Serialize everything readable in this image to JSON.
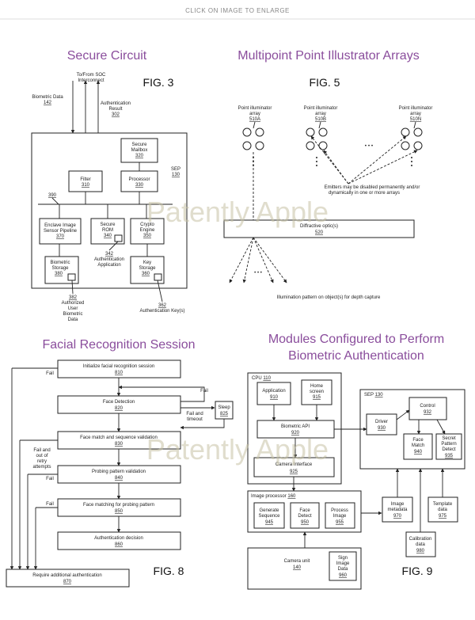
{
  "top_banner": "CLICK ON IMAGE TO ENLARGE",
  "watermark": "Patently Apple",
  "p1": {
    "heading": "Secure Circuit",
    "fig": "FIG. 3",
    "soc": "To/From SOC",
    "interconnect": "Interconnect",
    "bio_data": "Biometric Data",
    "bio_data_num": "142",
    "auth": "Authentication",
    "result": "Result",
    "result_num": "302",
    "sep": "SEP",
    "sep_num": "130",
    "mailbox_1": "Secure",
    "mailbox_2": "Mailbox",
    "mailbox_num": "320",
    "filter": "Filter",
    "filter_num": "310",
    "processor": "Processor",
    "processor_num": "330",
    "bus_num": "390",
    "enclave_1": "Enclave Image",
    "enclave_2": "Sensor Pipeline",
    "enclave_num": "370",
    "rom_1": "Secure",
    "rom_2": "ROM",
    "rom_num": "340",
    "crypto_1": "Crypto",
    "crypto_2": "Engine",
    "crypto_num": "350",
    "app_num": "342",
    "app_1": "Authentication",
    "app_2": "Application",
    "bstor_1": "Biometric",
    "bstor_2": "Storage",
    "bstor_num": "380",
    "kstor_1": "Key",
    "kstor_2": "Storage",
    "kstor_num": "360",
    "aub_num": "382",
    "aub_1": "Authorized",
    "aub_2": "User",
    "aub_3": "Biometric",
    "aub_4": "Data",
    "akey_num": "362",
    "akey": "Authentication Key(s)"
  },
  "p2": {
    "heading": "Multipoint Point Illustrator Arrays",
    "fig": "FIG. 5",
    "arrA_1": "Point illuminator",
    "arrA_2": "array",
    "arrA_num": "510A",
    "arrB_1": "Point illuminator",
    "arrB_2": "array",
    "arrB_num": "510B",
    "arrN_1": "Point illuminator",
    "arrN_2": "array",
    "arrN_num": "510N",
    "ellipsis": "• • •",
    "vdots": "•\n•\n•",
    "emit_1": "Emitters may be disabled permanently and/or",
    "emit_2": "dynamically in one or more arrays",
    "diff": "Diffractive optic(s)",
    "diff_num": "520",
    "illum": "Illumination pattern on object(s) for depth capture"
  },
  "p3": {
    "heading": "Facial Recognition Session",
    "fig": "FIG. 8",
    "init": "Initialize facial recognition session",
    "init_num": "810",
    "fd": "Face Detection",
    "fd_num": "820",
    "sleep": "Sleep",
    "sleep_num": "825",
    "fm": "Face match and sequence validation",
    "fm_num": "830",
    "pp": "Probing pattern validation",
    "pp_num": "840",
    "fmp": "Face matching for probing pattern",
    "fmp_num": "850",
    "ad": "Authentication decision",
    "ad_num": "860",
    "req": "Require additional authentication",
    "req_num": "870",
    "fail": "Fail",
    "fail_to": "Fail and",
    "timeout": "timeout",
    "foor_1": "Fail and",
    "foor_2": "out of",
    "foor_3": "retry",
    "foor_4": "attempts"
  },
  "p4": {
    "heading_1": "Modules Configured to Perform",
    "heading_2": "Biometric Authentication",
    "fig": "FIG. 9",
    "cpu": "CPU",
    "cpu_num": "110",
    "app": "Application",
    "app_num": "910",
    "home_1": "Home",
    "home_2": "screen",
    "home_num": "915",
    "bapi": "Biometric API",
    "bapi_num": "920",
    "cam_if": "Camera Interface",
    "cam_if_num": "925",
    "sep": "SEP",
    "sep_num": "130",
    "driver": "Driver",
    "driver_num": "930",
    "control": "Control",
    "control_num": "932",
    "fmatch_1": "Face",
    "fmatch_2": "Match",
    "fmatch_num": "940",
    "spd_1": "Secret",
    "spd_2": "Pattern",
    "spd_3": "Detect",
    "spd_num": "935",
    "ip": "Image processor",
    "ip_num": "160",
    "gen_1": "Generate",
    "gen_2": "Sequence",
    "gen_num": "945",
    "fdet_1": "Face",
    "fdet_2": "Detect",
    "fdet_num": "950",
    "proc_1": "Process",
    "proc_2": "Image",
    "proc_num": "955",
    "meta_1": "Image",
    "meta_2": "metadata",
    "meta_num": "970",
    "tmpl_1": "Template",
    "tmpl_2": "data",
    "tmpl_num": "975",
    "calib_1": "Calibration",
    "calib_2": "data",
    "calib_num": "980",
    "camu": "Camera unit",
    "camu_num": "140",
    "sign_1": "Sign",
    "sign_2": "Image",
    "sign_3": "Data",
    "sign_num": "960"
  }
}
